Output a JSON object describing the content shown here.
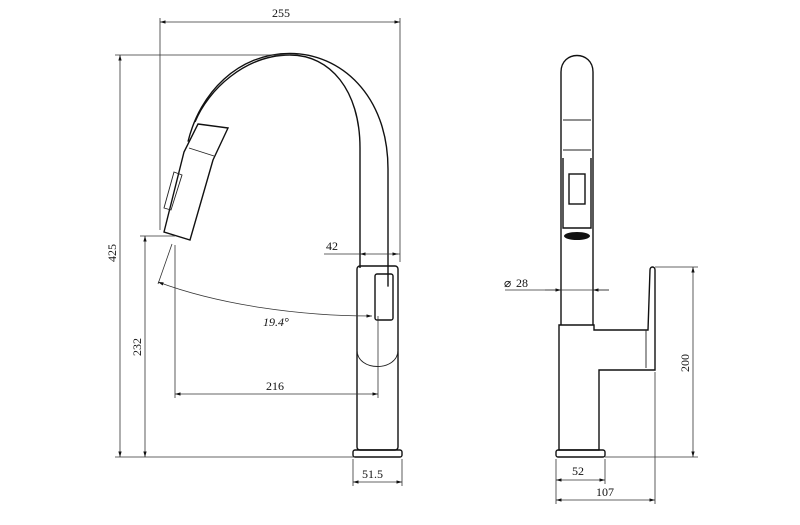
{
  "drawing": {
    "front_view": {
      "overall_width": "255",
      "overall_height": "425",
      "spout_height": "232",
      "spout_reach": "216",
      "body_width": "42",
      "base_diameter": "51.5",
      "swivel_angle": "19.4°"
    },
    "side_view": {
      "tube_diameter": "28",
      "diameter_symbol": "⌀",
      "lever_height": "200",
      "base_width": "52",
      "overall_depth": "107"
    },
    "colors": {
      "line": "#111111",
      "background": "#ffffff"
    }
  }
}
